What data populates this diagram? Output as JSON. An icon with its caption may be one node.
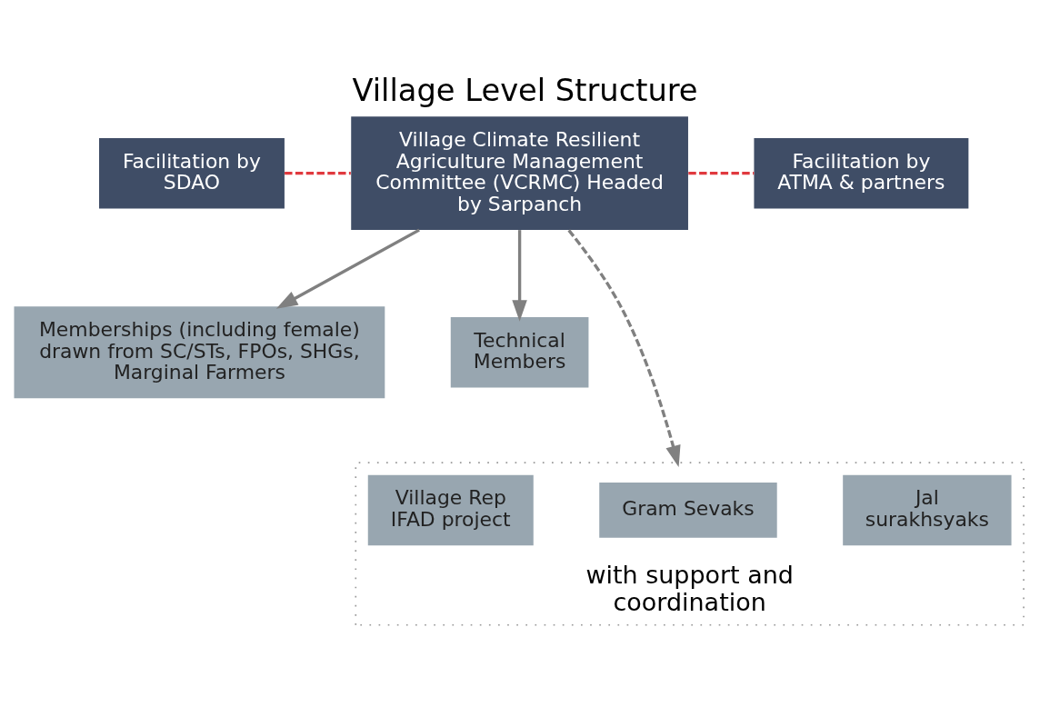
{
  "diagram": {
    "title": "Village Level Structure",
    "nodes": [
      {
        "text": [
          "Facilitation by SDAO"
        ]
      },
      {
        "text": [
          "Village Climate Resilient Agriculture Management Committee (VCRMC) Headed by Sarpanch"
        ]
      },
      {
        "text": [
          "Facilitation by ATMA & partners"
        ]
      },
      {
        "text": [
          "Memberships (including female) drawn from SC/STs, FPOs, SHGs, Marginal Farmers"
        ]
      },
      {
        "text": [
          "Technical Members"
        ]
      },
      {
        "text": [
          "with support and coordination"
        ]
      },
      {
        "text": [
          "Jal surakhsyaks"
        ],
        "in": 5
      },
      {
        "text": [
          "Gram Sevaks"
        ],
        "in": 5
      },
      {
        "text": [
          "Village Rep IFAD project"
        ],
        "in": 5
      }
    ],
    "edges": [
      {
        "from": 0,
        "to": 1,
        "arrow": "none",
        "style": "dashed",
        "color": "#e0393e"
      },
      {
        "from": 1,
        "to": 2,
        "arrow": "none",
        "style": "dashed",
        "color": "#e0393e"
      },
      {
        "from": 1,
        "to": 3,
        "arrow": "to"
      },
      {
        "from": 1,
        "to": 4,
        "arrow": "to"
      },
      {
        "from": 1,
        "to": 5,
        "arrow": "to",
        "style": "dashed"
      }
    ]
  }
}
